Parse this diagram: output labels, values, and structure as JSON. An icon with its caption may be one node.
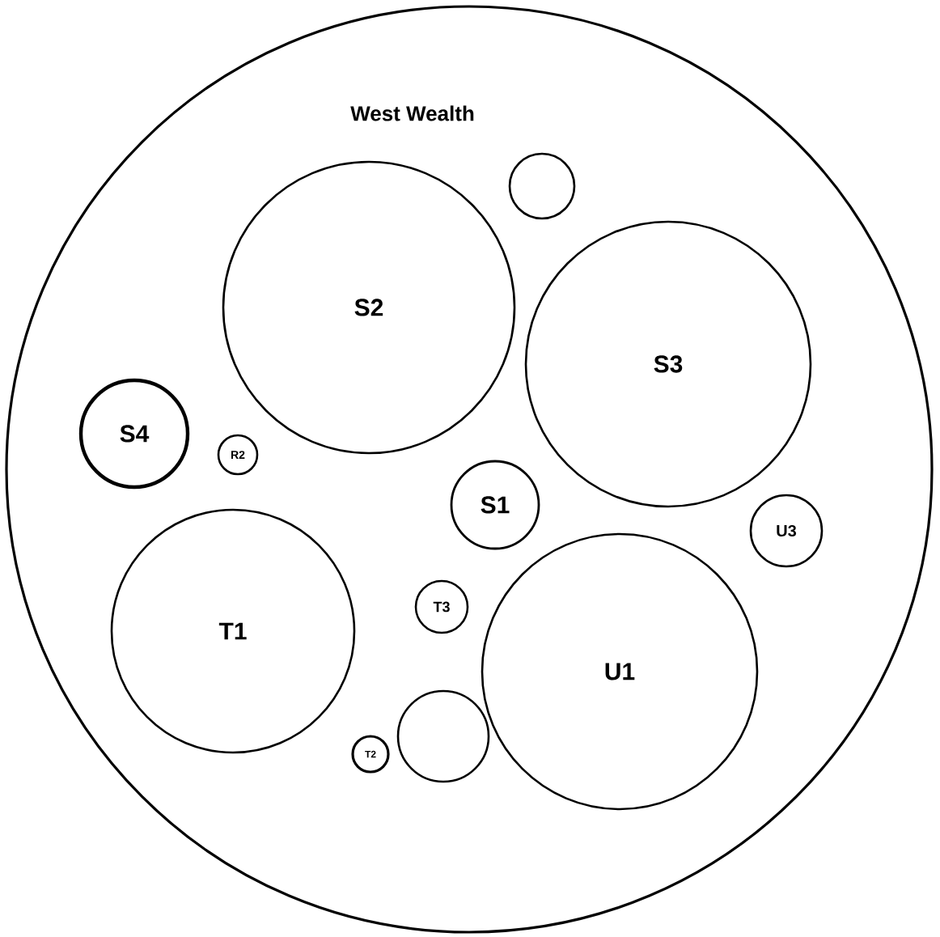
{
  "diagram": {
    "nodes": [
      {
        "text": [
          "West Wealth"
        ]
      },
      {
        "text": [],
        "shape": "circle",
        "in": 0
      },
      {
        "text": [
          "S2"
        ],
        "in": 0
      },
      {
        "text": [
          "S3"
        ],
        "in": 0
      },
      {
        "text": [
          "S4"
        ],
        "in": 0
      },
      {
        "text": [
          "R2"
        ],
        "in": 0
      },
      {
        "text": [
          "S1"
        ],
        "in": 0
      },
      {
        "text": [
          "U3"
        ],
        "in": 0
      },
      {
        "text": [
          "T3"
        ],
        "in": 0
      },
      {
        "text": [
          "T1"
        ],
        "in": 0
      },
      {
        "text": [
          "U1"
        ],
        "in": 0
      },
      {
        "text": [],
        "shape": "circle",
        "in": 0
      },
      {
        "text": [
          "T2"
        ],
        "in": 0
      }
    ]
  }
}
